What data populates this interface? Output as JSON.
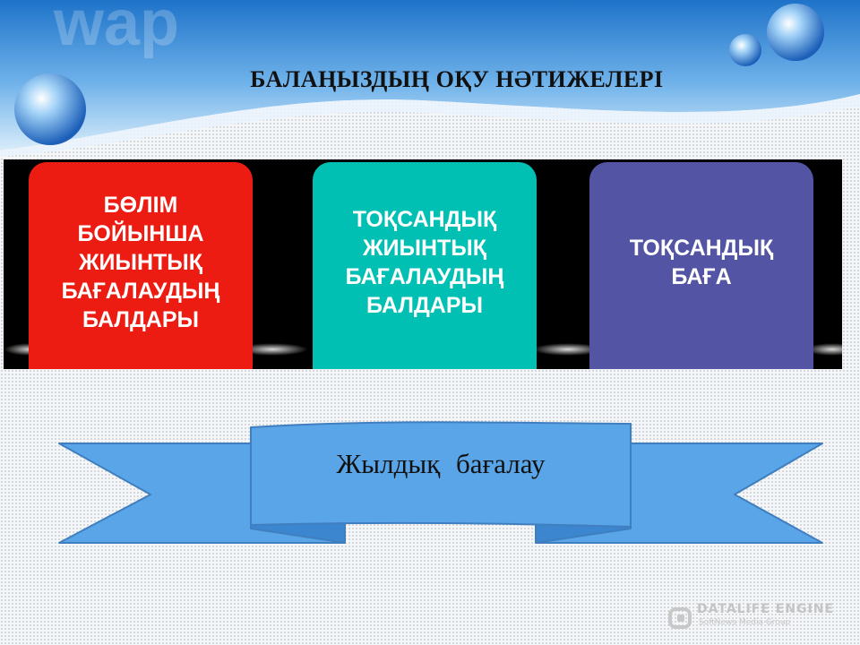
{
  "slide": {
    "title": "БАЛАҢЫЗДЫҢ ОҚУ НӘТИЖЕЛЕРІ"
  },
  "cards": [
    {
      "text": "БӨЛІМ БОЙЫНША\nЖИЫНТЫҚ\nБАҒАЛАУДЫҢ\nБАЛДАРЫ",
      "color": "#ec1c13"
    },
    {
      "text": "ТОҚСАНДЫҚ\nЖИЫНТЫҚ\nБАҒАЛАУДЫҢ\nБАЛДАРЫ",
      "color": "#00bfb3"
    },
    {
      "text": "ТОҚСАНДЫҚ\nБАҒА",
      "color": "#5354a4"
    }
  ],
  "ribbon": {
    "text": "Жылдық   бағалау",
    "fill_color": "#5aa5e8"
  },
  "watermark": {
    "name": "DATALIFE ENGINE",
    "subtitle": "SoftNews Media Group"
  }
}
